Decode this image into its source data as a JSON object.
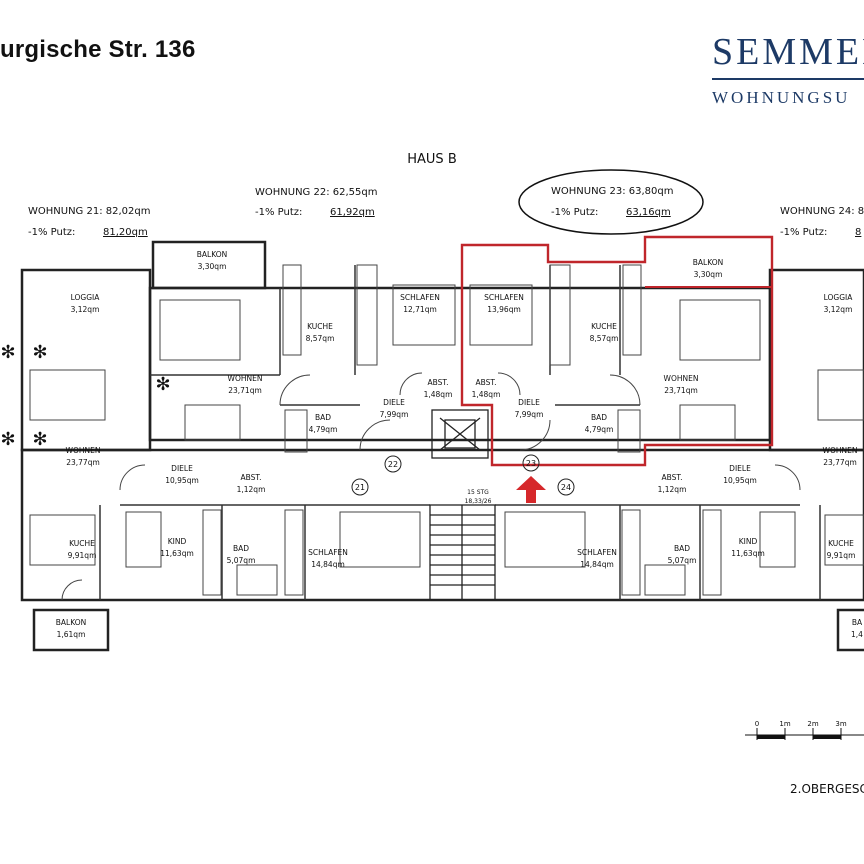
{
  "header": {
    "address": "urgische Str. 136",
    "brand_name": "SEMMEL",
    "brand_sub": "WOHNUNGSU"
  },
  "plan": {
    "house": "HAUS B",
    "floor": "2.OBERGESC",
    "highlight_color": "#c0262b",
    "scale_labels": [
      "0",
      "1m",
      "2m",
      "3m"
    ],
    "stairs": {
      "label": "15 STG",
      "dims": "18,33/26"
    },
    "units": [
      {
        "title": "WOHNUNG 21: 82,02qm",
        "putz": "-1% Putz:",
        "putz_value": "81,20qm"
      },
      {
        "title": "WOHNUNG 22: 62,55qm",
        "putz": "-1% Putz:",
        "putz_value": "61,92qm"
      },
      {
        "title": "WOHNUNG 23: 63,80qm",
        "putz": "-1% Putz:",
        "putz_value": "63,16qm"
      },
      {
        "title": "WOHNUNG 24: 8",
        "putz": "-1% Putz:",
        "putz_value": "8"
      }
    ],
    "unit_numbers": [
      "21",
      "22",
      "23",
      "24"
    ],
    "rooms": [
      {
        "name": "BALKON",
        "area": "3,30qm"
      },
      {
        "name": "BALKON",
        "area": "3,30qm"
      },
      {
        "name": "LOGGIA",
        "area": "3,12qm"
      },
      {
        "name": "LOGGIA",
        "area": "3,12qm"
      },
      {
        "name": "KUCHE",
        "area": "8,57qm"
      },
      {
        "name": "KUCHE",
        "area": "8,57qm"
      },
      {
        "name": "SCHLAFEN",
        "area": "12,71qm"
      },
      {
        "name": "SCHLAFEN",
        "area": "13,96qm"
      },
      {
        "name": "WOHNEN",
        "area": "23,71qm"
      },
      {
        "name": "WOHNEN",
        "area": "23,71qm"
      },
      {
        "name": "WOHNEN",
        "area": "23,77qm"
      },
      {
        "name": "WOHNEN",
        "area": "23,77qm"
      },
      {
        "name": "ABST.",
        "area": "1,48qm"
      },
      {
        "name": "ABST.",
        "area": "1,48qm"
      },
      {
        "name": "DIELE",
        "area": "7,99qm"
      },
      {
        "name": "DIELE",
        "area": "7,99qm"
      },
      {
        "name": "BAD",
        "area": "4,79qm"
      },
      {
        "name": "BAD",
        "area": "4,79qm"
      },
      {
        "name": "DIELE",
        "area": "10,95qm"
      },
      {
        "name": "DIELE",
        "area": "10,95qm"
      },
      {
        "name": "ABST.",
        "area": "1,12qm"
      },
      {
        "name": "ABST.",
        "area": "1,12qm"
      },
      {
        "name": "KUCHE",
        "area": "9,91qm"
      },
      {
        "name": "KUCHE",
        "area": "9,91qm"
      },
      {
        "name": "KIND",
        "area": "11,63qm"
      },
      {
        "name": "KIND",
        "area": "11,63qm"
      },
      {
        "name": "BAD",
        "area": "5,07qm"
      },
      {
        "name": "BAD",
        "area": "5,07qm"
      },
      {
        "name": "SCHLAFEN",
        "area": "14,84qm"
      },
      {
        "name": "SCHLAFEN",
        "area": "14,84qm"
      },
      {
        "name": "BALKON",
        "area": "1,61qm"
      },
      {
        "name": "BA",
        "area": "1,4"
      }
    ]
  }
}
